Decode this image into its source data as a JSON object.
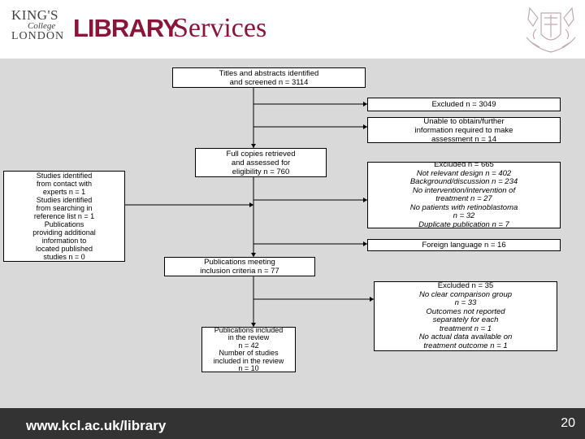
{
  "header": {
    "logo_line1": "KING'S",
    "logo_line2": "College",
    "logo_line3": "LONDON",
    "title_bold": "LIBRARY",
    "title_rest": "Services",
    "crest_icon": "kings-college-crest-icon",
    "brand_color": "#8a1538"
  },
  "flow": {
    "identified": [
      "Titles and abstracts identified",
      "and screened n = 3114"
    ],
    "excluded1": "Excluded n = 3049",
    "unable": [
      "Unable to obtain/further",
      "information required to make",
      "assessment n = 14"
    ],
    "fullcopies": [
      "Full copies retrieved",
      "and assessed for",
      "eligibility n = 760"
    ],
    "other_sources": [
      "Studies identified",
      "from contact with",
      "experts n = 1",
      "Studies identified",
      "from searching in",
      "reference list n = 1",
      "Publications",
      "providing additional",
      "information to",
      "located published",
      "studies n = 0"
    ],
    "excluded2": {
      "title": "Excluded n = 665",
      "lines": [
        "Not relevant design n = 402",
        "Background/discussion n = 234",
        "No intervention/intervention of",
        "treatment n = 27",
        "No patients with retinoblastoma",
        "n = 32",
        "Duplicate publication n = 7"
      ]
    },
    "foreign": "Foreign language n = 16",
    "meeting": [
      "Publications meeting",
      "inclusion criteria n = 77"
    ],
    "excluded3": {
      "title": "Excluded n = 35",
      "lines": [
        "No clear comparison group",
        "n = 33",
        "Outcomes not reported",
        "separately for each",
        "treatment n = 1",
        "No actual data available on",
        "treatment outcome n = 1"
      ]
    },
    "included": [
      "Publications included",
      "in the review",
      "n = 42",
      "Number of studies",
      "included in the review",
      "n = 10"
    ]
  },
  "footer": {
    "url": "www.kcl.ac.uk/library",
    "page_number": "20",
    "footer_color": "#333333"
  }
}
